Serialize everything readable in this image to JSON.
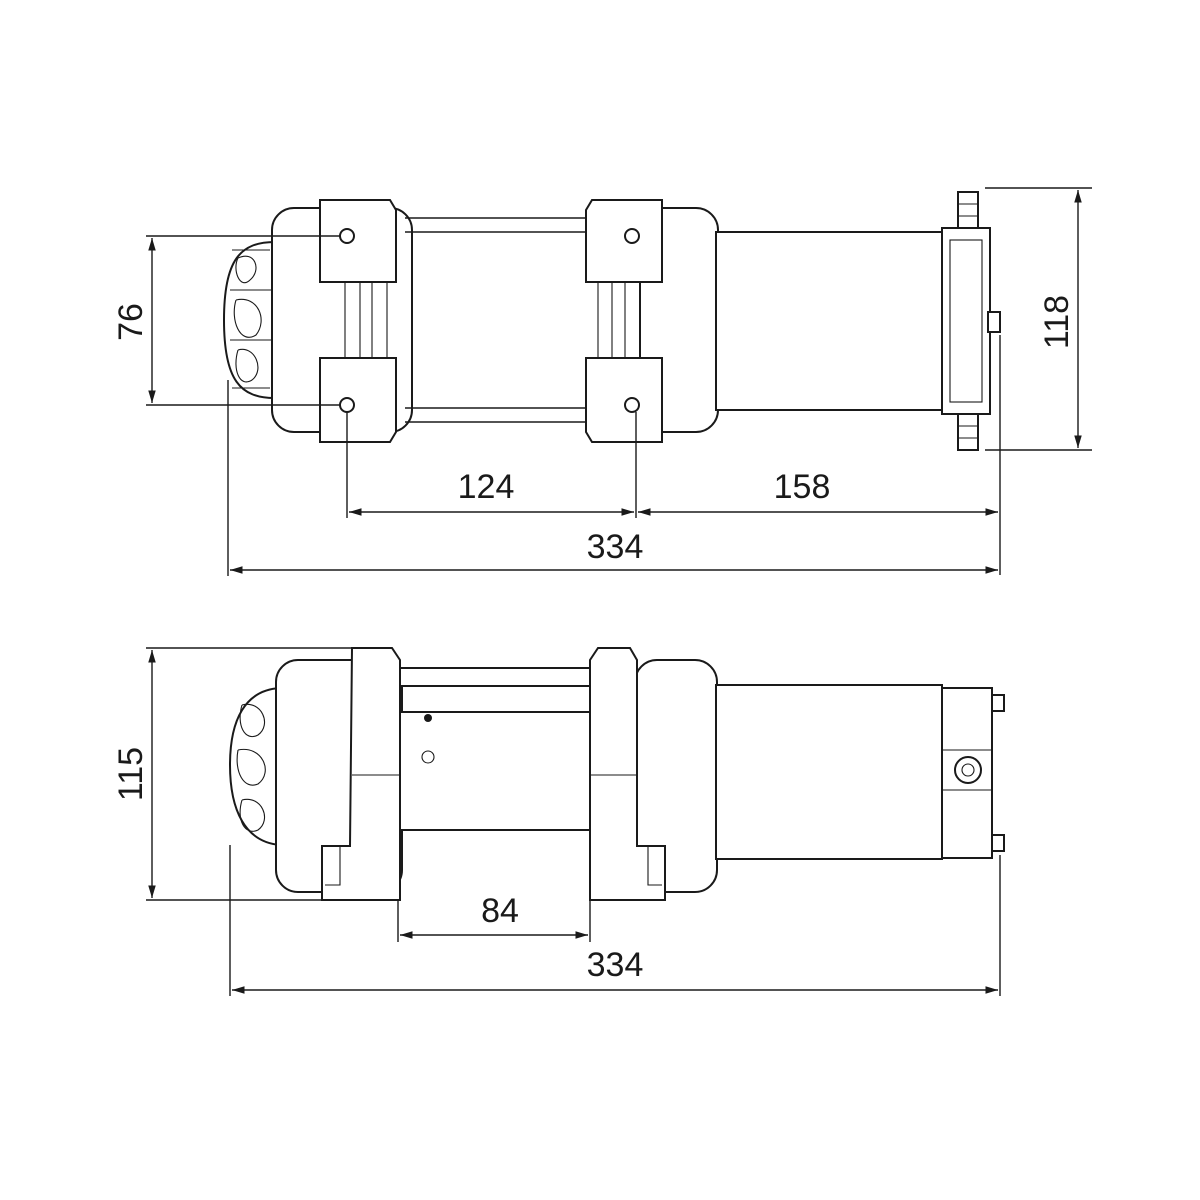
{
  "top_view": {
    "dimensions": {
      "drum_height": "76",
      "mount_spacing_left": "124",
      "mount_spacing_right": "158",
      "overall_length": "334",
      "overall_width": "118"
    }
  },
  "side_view": {
    "dimensions": {
      "overall_height": "115",
      "foot_spacing": "84",
      "overall_length": "334"
    }
  }
}
